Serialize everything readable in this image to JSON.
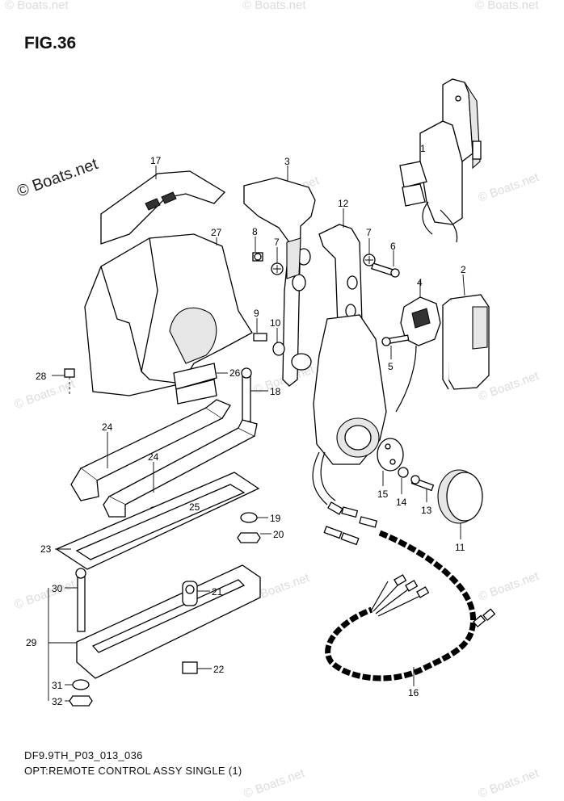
{
  "figure": {
    "title": "FIG.36",
    "code": "DF9.9TH_P03_013_036",
    "description": "OPT:REMOTE CONTROL ASSY SINGLE (1)"
  },
  "watermark": {
    "text": "© Boats.net"
  },
  "callouts": [
    "1",
    "2",
    "3",
    "4",
    "5",
    "6",
    "7",
    "7",
    "8",
    "9",
    "10",
    "11",
    "12",
    "13",
    "14",
    "15",
    "16",
    "17",
    "18",
    "19",
    "20",
    "21",
    "22",
    "23",
    "24",
    "24",
    "25",
    "26",
    "27",
    "28",
    "29",
    "30",
    "31",
    "32"
  ]
}
